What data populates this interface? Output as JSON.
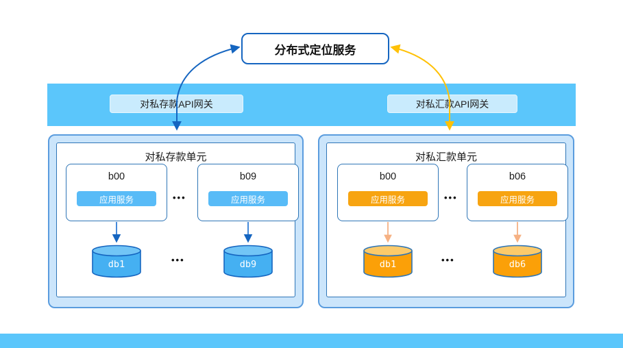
{
  "service_box": {
    "label": "分布式定位服务"
  },
  "gateway_band": {
    "left_gateway": "对私存款API网关",
    "right_gateway": "对私汇款API网关"
  },
  "deposit_unit": {
    "title": "对私存款单元",
    "nodes": [
      {
        "name": "b00",
        "service": "应用服务"
      },
      {
        "name": "b09",
        "service": "应用服务"
      }
    ],
    "node_ellipsis": "•••",
    "db_ellipsis": "•••",
    "databases": [
      "db1",
      "db9"
    ]
  },
  "remit_unit": {
    "title": "对私汇款单元",
    "nodes": [
      {
        "name": "b00",
        "service": "应用服务"
      },
      {
        "name": "b06",
        "service": "应用服务"
      }
    ],
    "node_ellipsis": "•••",
    "db_ellipsis": "•••",
    "databases": [
      "db1",
      "db6"
    ]
  },
  "colors": {
    "band_blue": "#5BC6FB",
    "primary_blue": "#1565C0",
    "box_border_blue": "#2E75B6",
    "unit_fill": "#CBE5FB",
    "gateway_label_fill": "#C9EBFD",
    "service_pill_blue": "#58BBF7",
    "service_pill_orange": "#F7A411",
    "db_body_blue": "#45B0F2",
    "db_top_blue": "#72C5F6",
    "db_body_orange": "#FBA008",
    "db_top_orange": "#FCCA6A",
    "arrow_gold": "#FFC107",
    "arrow_salmon": "#F6B183"
  }
}
